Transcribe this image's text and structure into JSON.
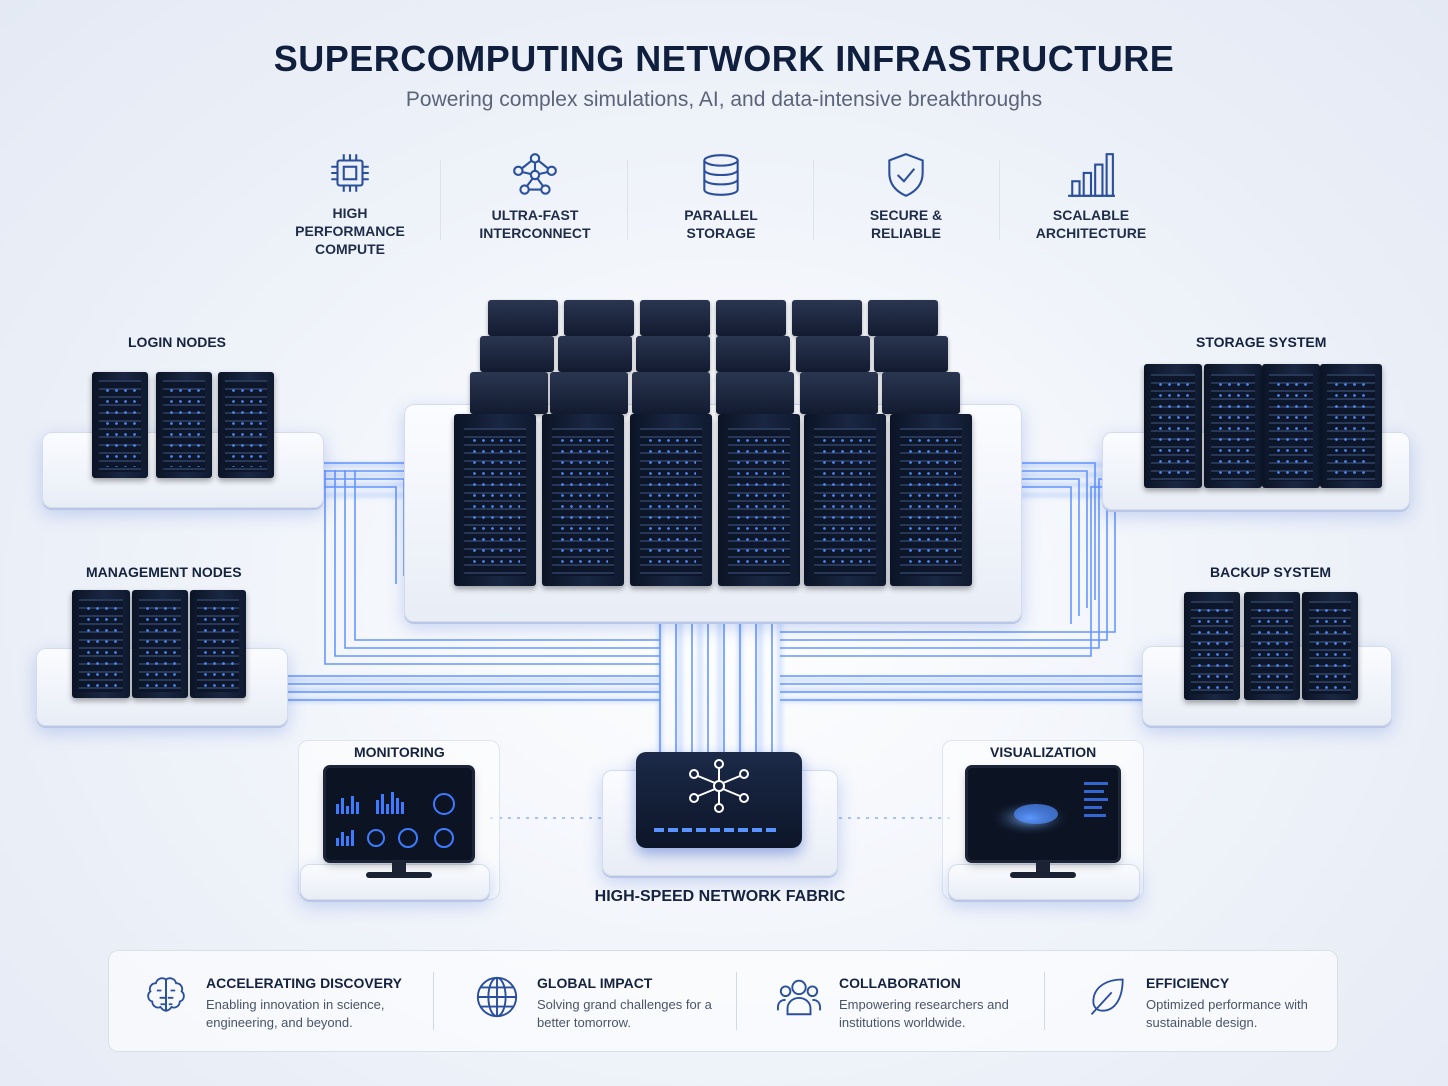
{
  "header": {
    "title": "SUPERCOMPUTING NETWORK INFRASTRUCTURE",
    "subtitle": "Powering complex simulations, AI, and data-intensive breakthroughs"
  },
  "features": [
    {
      "label": "HIGH\nPERFORMANCE\nCOMPUTE",
      "icon": "cpu-chip-icon"
    },
    {
      "label": "ULTRA-FAST\nINTERCONNECT",
      "icon": "network-nodes-icon"
    },
    {
      "label": "PARALLEL\nSTORAGE",
      "icon": "database-icon"
    },
    {
      "label": "SECURE &\nRELIABLE",
      "icon": "shield-check-icon"
    },
    {
      "label": "SCALABLE\nARCHITECTURE",
      "icon": "bar-chart-icon"
    }
  ],
  "nodes": {
    "login": "LOGIN NODES",
    "management": "MANAGEMENT NODES",
    "storage": "STORAGE SYSTEM",
    "backup": "BACKUP SYSTEM",
    "monitoring": "MONITORING",
    "visualization": "VISUALIZATION",
    "fabric": "HIGH-SPEED NETWORK FABRIC"
  },
  "benefits": [
    {
      "title": "ACCELERATING DISCOVERY",
      "desc": "Enabling innovation in science, engineering, and beyond.",
      "icon": "brain-icon"
    },
    {
      "title": "GLOBAL IMPACT",
      "desc": "Solving grand challenges for a better tomorrow.",
      "icon": "globe-icon"
    },
    {
      "title": "COLLABORATION",
      "desc": "Empowering researchers and institutions worldwide.",
      "icon": "users-icon"
    },
    {
      "title": "EFFICIENCY",
      "desc": "Optimized performance with sustainable design.",
      "icon": "leaf-icon"
    }
  ],
  "colors": {
    "accent": "#3f7bff",
    "glow": "#6b9dff",
    "rack": "#111b30",
    "text": "#13233f"
  }
}
